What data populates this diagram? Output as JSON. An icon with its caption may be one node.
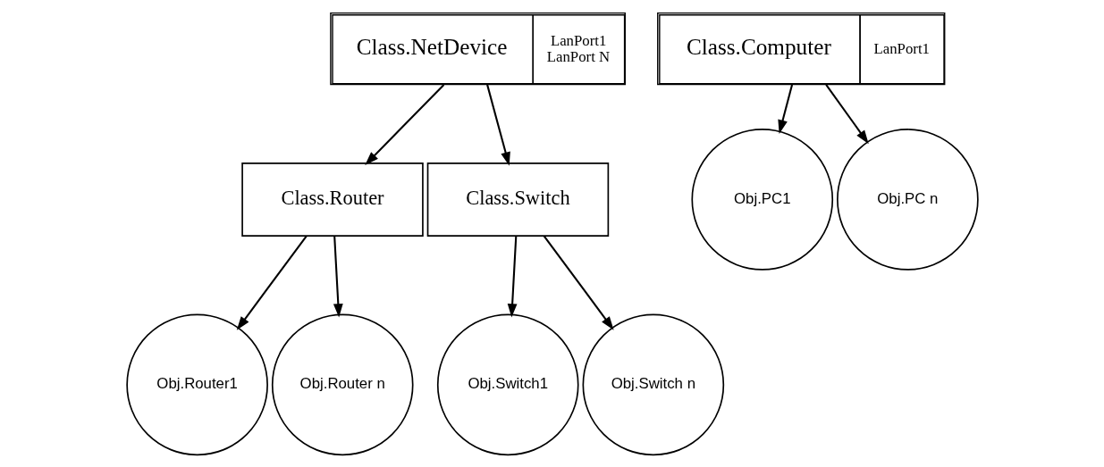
{
  "diagram": {
    "nodes": [
      {
        "text": [
          "Class.NetDevice",
          "LanPort1",
          "LanPort N"
        ]
      },
      {
        "text": [
          "Class.Router"
        ]
      },
      {
        "text": [
          "Class.Switch"
        ]
      },
      {
        "text": [
          "Obj.Router1"
        ]
      },
      {
        "text": [
          "Obj.Router n"
        ]
      },
      {
        "text": [
          "Obj.Switch1"
        ]
      },
      {
        "text": [
          "Obj.Switch n"
        ]
      },
      {
        "text": [
          "Class.Computer",
          "LanPort1"
        ]
      },
      {
        "text": [
          "Obj.PC1"
        ]
      },
      {
        "text": [
          "Obj.PC n"
        ]
      }
    ],
    "edges": [
      {
        "from": 0,
        "to": 1,
        "arrow": "to"
      },
      {
        "from": 0,
        "to": 2,
        "arrow": "to"
      },
      {
        "from": 1,
        "to": 3,
        "arrow": "to"
      },
      {
        "from": 1,
        "to": 4,
        "arrow": "to"
      },
      {
        "from": 2,
        "to": 5,
        "arrow": "to"
      },
      {
        "from": 2,
        "to": 6,
        "arrow": "to"
      },
      {
        "from": 7,
        "to": 8,
        "arrow": "to"
      },
      {
        "from": 7,
        "to": 9,
        "arrow": "to"
      }
    ]
  }
}
